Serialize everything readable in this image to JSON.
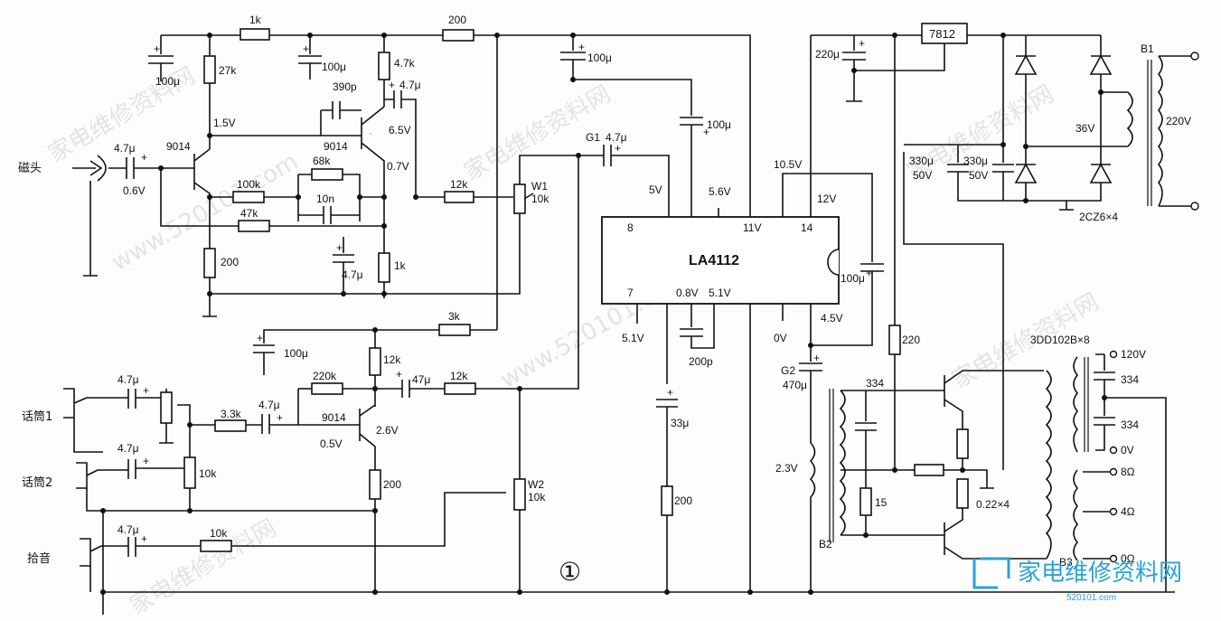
{
  "diagram": {
    "ic_label": "LA4112",
    "figure_number": "①",
    "regulator_label": "7812",
    "inputs": [
      "磁头",
      "话筒1",
      "话筒2",
      "拾音"
    ],
    "transistors": [
      "9014",
      "9014",
      "9014"
    ],
    "pot_labels": [
      "W1",
      "10k",
      "W2",
      "10k",
      "10k",
      "10k"
    ],
    "ic_pins": [
      "8",
      "7",
      "11V",
      "14"
    ],
    "voltages": [
      "1.5V",
      "6.5V",
      "0.7V",
      "0.6V",
      "0.5V",
      "2.6V",
      "5V",
      "5.6V",
      "10.5V",
      "12V",
      "0.8V",
      "5.1V",
      "5.1V",
      "0V",
      "4.5V",
      "2.3V"
    ],
    "components": [
      "1k",
      "200",
      "27k",
      "4.7k",
      "390p",
      "4.7μ",
      "100μ",
      "100μ",
      "100μ",
      "4.7μ",
      "68k",
      "100k",
      "10n",
      "47k",
      "12k",
      "200",
      "1k",
      "4.7μ",
      "3k",
      "100μ",
      "12k",
      "220k",
      "47μ",
      "12k",
      "3.3k",
      "4.7μ",
      "4.7μ",
      "4.7μ",
      "4.7μ",
      "10k",
      "200",
      "G1",
      "4.7μ",
      "100μ",
      "33μ",
      "200",
      "200p",
      "100μ",
      "G2",
      "470μ",
      "220μ",
      "220",
      "334",
      "15",
      "0.22×4",
      "B2",
      "3DD102B×8",
      "120V",
      "334",
      "334",
      "0V",
      "8Ω",
      "4Ω",
      "0Ω",
      "B3",
      "330μ",
      "50V",
      "330μ",
      "50V",
      "36V",
      "220V",
      "B1",
      "2CZ6×4"
    ],
    "watermark_text": "家电维修资料网",
    "watermark_url": "www.520101.com",
    "logo_text": "家电维修资料网",
    "logo_url": "520101.com"
  }
}
